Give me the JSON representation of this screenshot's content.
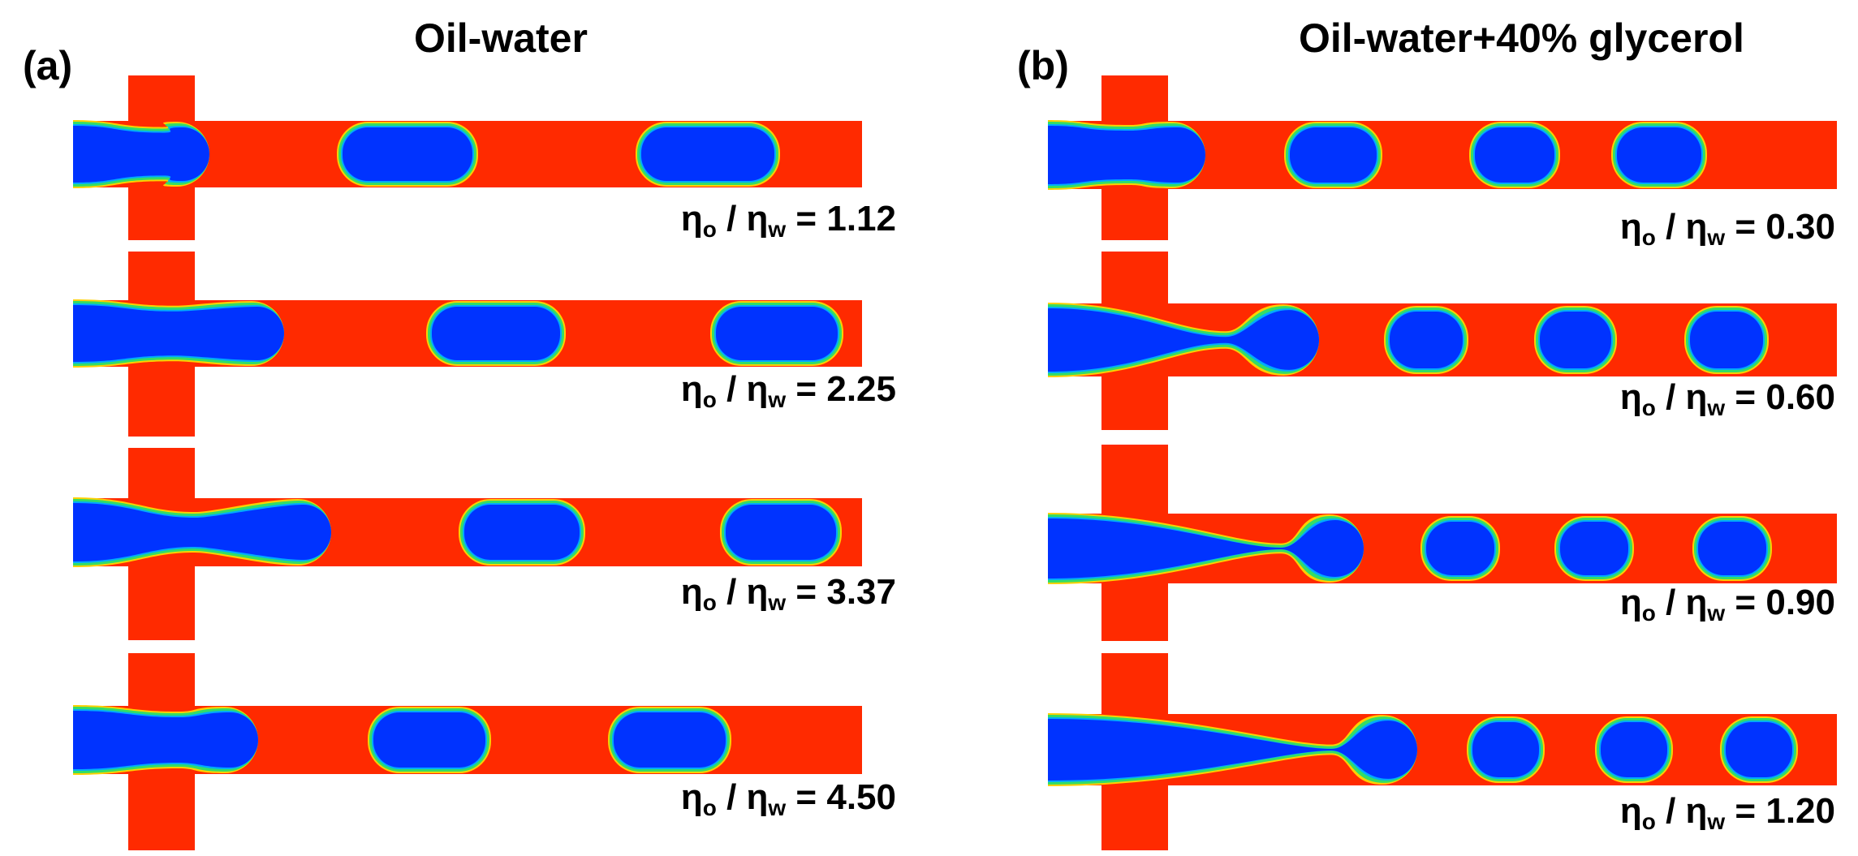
{
  "panel_a": {
    "label": "(a)",
    "title": "Oil-water",
    "rows": [
      {
        "ratio_value": "1.12"
      },
      {
        "ratio_value": "2.25"
      },
      {
        "ratio_value": "3.37"
      },
      {
        "ratio_value": "4.50"
      }
    ]
  },
  "panel_b": {
    "label": "(b)",
    "title": "Oil-water+40% glycerol",
    "rows": [
      {
        "ratio_value": "0.30"
      },
      {
        "ratio_value": "0.60"
      },
      {
        "ratio_value": "0.90"
      },
      {
        "ratio_value": "1.20"
      }
    ]
  },
  "ratio_symbol": "η",
  "ratio_sub_oil": "o",
  "ratio_sub_water": "w",
  "ratio_separator": " / ",
  "ratio_equals": " = ",
  "colors": {
    "continuous_phase": "#ff2a00",
    "dispersed_phase": "#0033ff",
    "interface_outer": "#ffd000",
    "interface_inner": "#33dd66",
    "interface_edge": "#00aaff"
  }
}
